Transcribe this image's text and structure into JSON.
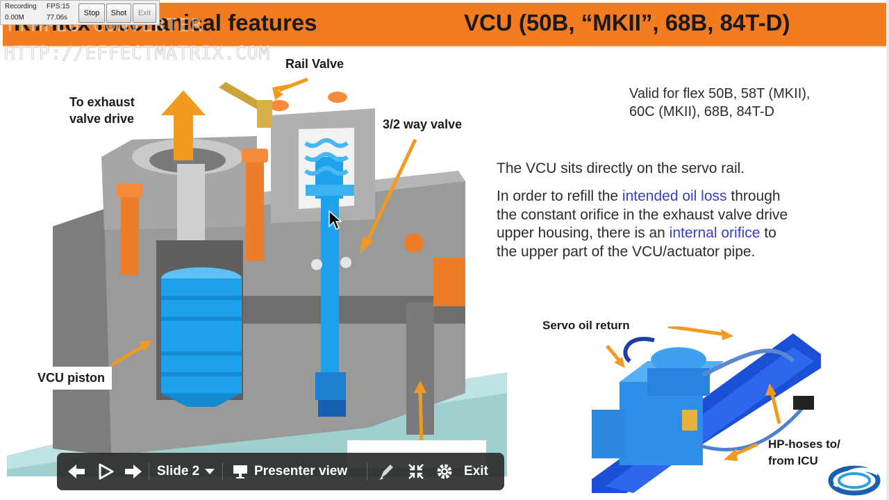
{
  "recorder": {
    "status": "Recording",
    "fps": "FPS:15",
    "size": "0.00M",
    "time": "77.06s",
    "stop_label": "Stop",
    "shot_label": "Shot",
    "exit_label": "Exit"
  },
  "watermark": {
    "line1": "FFMPEG CONVERTER",
    "line2": "HTTP://EFFECTMATRIX.COM"
  },
  "slide": {
    "title_left": "RT-flex mechanical features",
    "title_right": "VCU (50B, “MKII”, 68B, 84T-D)",
    "valid_line1": "Valid for flex 50B, 58T (MKII),",
    "valid_line2": "60C (MKII), 68B, 84T-D",
    "para1": "The VCU sits directly on the servo rail.",
    "para2_line1_a": "In order to refill the ",
    "para2_line1_hl": "intended oil loss",
    "para2_line1_b": " through",
    "para2_line2": "the constant orifice in the exhaust valve drive",
    "para2_line3_a": "upper housing, there is an ",
    "para2_line3_hl": "internal orifice",
    "para2_line3_b": " to",
    "para2_line4": "the upper part of the VCU/actuator pipe.",
    "labels": {
      "rail_valve": "Rail Valve",
      "to_exhaust_1": "To exhaust",
      "to_exhaust_2": "valve drive",
      "way_valve": "3/2 way valve",
      "vcu_piston": "VCU piston",
      "servo_oil_return": "Servo oil return",
      "hp_hoses_1": "HP-hoses to/",
      "hp_hoses_2": "from ICU"
    }
  },
  "navbar": {
    "slide_label": "Slide 2",
    "presenter_label": "Presenter view",
    "exit_label": "Exit"
  },
  "colors": {
    "header": "#f47c20",
    "arrow": "#f29a1f",
    "hydraulic_blue": "#1fa2ee",
    "body_grey": "#8e8e8e",
    "highlight": "#3a3acb"
  }
}
